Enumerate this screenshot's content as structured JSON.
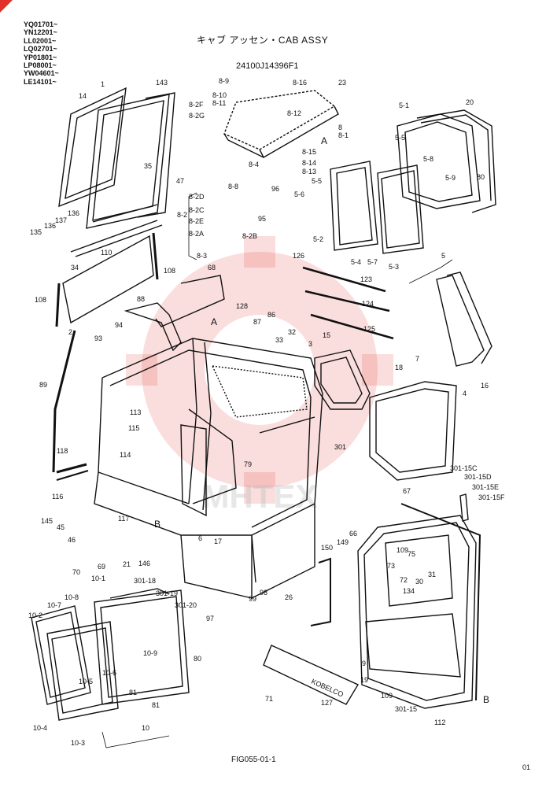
{
  "serials": [
    "YQ01701~",
    "YN12201~",
    "LL02001~",
    "LQ02701~",
    "YP01801~",
    "LP08001~",
    "YW04601~",
    "LE14101~"
  ],
  "title": "キャブ アッセン・CAB ASSY",
  "part_number": "24100J14396F1",
  "figure_id": "FIG055-01-1",
  "page_number": "01",
  "watermark_text": "MHTEX",
  "callouts": [
    {
      "id": "c-1",
      "text": "1"
    },
    {
      "id": "c-143",
      "text": "143"
    },
    {
      "id": "c-14",
      "text": "14"
    },
    {
      "id": "c-8-9",
      "text": "8-9"
    },
    {
      "id": "c-8-16",
      "text": "8-16"
    },
    {
      "id": "c-23",
      "text": "23"
    },
    {
      "id": "c-8-10",
      "text": "8-10"
    },
    {
      "id": "c-8-11",
      "text": "8-11"
    },
    {
      "id": "c-8-2F",
      "text": "8-2F"
    },
    {
      "id": "c-8-2G",
      "text": "8-2G"
    },
    {
      "id": "c-8-12",
      "text": "8-12"
    },
    {
      "id": "c-8",
      "text": "8"
    },
    {
      "id": "c-8-1",
      "text": "8-1"
    },
    {
      "id": "c-A1",
      "text": "A"
    },
    {
      "id": "c-5-1",
      "text": "5-1"
    },
    {
      "id": "c-20",
      "text": "20"
    },
    {
      "id": "c-5-5a",
      "text": "5-5"
    },
    {
      "id": "c-5-8",
      "text": "5-8"
    },
    {
      "id": "c-5-9",
      "text": "5-9"
    },
    {
      "id": "c-80a",
      "text": "80"
    },
    {
      "id": "c-8-15",
      "text": "8-15"
    },
    {
      "id": "c-8-14",
      "text": "8-14"
    },
    {
      "id": "c-8-4",
      "text": "8-4"
    },
    {
      "id": "c-8-13",
      "text": "8-13"
    },
    {
      "id": "c-35",
      "text": "35"
    },
    {
      "id": "c-47",
      "text": "47"
    },
    {
      "id": "c-8-8",
      "text": "8-8"
    },
    {
      "id": "c-96",
      "text": "96"
    },
    {
      "id": "c-5-5b",
      "text": "5-5"
    },
    {
      "id": "c-8-2D",
      "text": "8-2D"
    },
    {
      "id": "c-5-6",
      "text": "5-6"
    },
    {
      "id": "c-8-2C",
      "text": "8-2C"
    },
    {
      "id": "c-8-2",
      "text": "8-2"
    },
    {
      "id": "c-8-2E",
      "text": "8-2E"
    },
    {
      "id": "c-95",
      "text": "95"
    },
    {
      "id": "c-137",
      "text": "137"
    },
    {
      "id": "c-136a",
      "text": "136"
    },
    {
      "id": "c-136b",
      "text": "136"
    },
    {
      "id": "c-135",
      "text": "135"
    },
    {
      "id": "c-8-2A",
      "text": "8-2A"
    },
    {
      "id": "c-8-2B",
      "text": "8-2B"
    },
    {
      "id": "c-5-2",
      "text": "5-2"
    },
    {
      "id": "c-5",
      "text": "5"
    },
    {
      "id": "c-110",
      "text": "110"
    },
    {
      "id": "c-34",
      "text": "34"
    },
    {
      "id": "c-8-3",
      "text": "8-3"
    },
    {
      "id": "c-5-4",
      "text": "5-4"
    },
    {
      "id": "c-5-7",
      "text": "5-7"
    },
    {
      "id": "c-5-3",
      "text": "5-3"
    },
    {
      "id": "c-126",
      "text": "126"
    },
    {
      "id": "c-108a",
      "text": "108"
    },
    {
      "id": "c-68",
      "text": "68"
    },
    {
      "id": "c-123",
      "text": "123"
    },
    {
      "id": "c-108b",
      "text": "108"
    },
    {
      "id": "c-88",
      "text": "88"
    },
    {
      "id": "c-128",
      "text": "128"
    },
    {
      "id": "c-124",
      "text": "124"
    },
    {
      "id": "c-2",
      "text": "2"
    },
    {
      "id": "c-94",
      "text": "94"
    },
    {
      "id": "c-A2",
      "text": "A"
    },
    {
      "id": "c-87",
      "text": "87"
    },
    {
      "id": "c-86",
      "text": "86"
    },
    {
      "id": "c-125",
      "text": "125"
    },
    {
      "id": "c-32",
      "text": "32"
    },
    {
      "id": "c-93",
      "text": "93"
    },
    {
      "id": "c-33",
      "text": "33"
    },
    {
      "id": "c-3",
      "text": "3"
    },
    {
      "id": "c-15",
      "text": "15"
    },
    {
      "id": "c-4",
      "text": "4"
    },
    {
      "id": "c-16",
      "text": "16"
    },
    {
      "id": "c-18",
      "text": "18"
    },
    {
      "id": "c-7",
      "text": "7"
    },
    {
      "id": "c-89",
      "text": "89"
    },
    {
      "id": "c-113",
      "text": "113"
    },
    {
      "id": "c-115",
      "text": "115"
    },
    {
      "id": "c-114",
      "text": "114"
    },
    {
      "id": "c-79",
      "text": "79"
    },
    {
      "id": "c-301",
      "text": "301"
    },
    {
      "id": "c-118",
      "text": "118"
    },
    {
      "id": "c-116",
      "text": "116"
    },
    {
      "id": "c-117",
      "text": "117"
    },
    {
      "id": "c-301-15C",
      "text": "301-15C"
    },
    {
      "id": "c-301-15D",
      "text": "301-15D"
    },
    {
      "id": "c-301-15E",
      "text": "301-15E"
    },
    {
      "id": "c-301-15F",
      "text": "301-15F"
    },
    {
      "id": "c-67",
      "text": "67"
    },
    {
      "id": "c-145",
      "text": "145"
    },
    {
      "id": "c-45",
      "text": "45"
    },
    {
      "id": "c-46",
      "text": "46"
    },
    {
      "id": "c-B1",
      "text": "B"
    },
    {
      "id": "c-6",
      "text": "6"
    },
    {
      "id": "c-17",
      "text": "17"
    },
    {
      "id": "c-66",
      "text": "66"
    },
    {
      "id": "c-149",
      "text": "149"
    },
    {
      "id": "c-150",
      "text": "150"
    },
    {
      "id": "c-109a",
      "text": "109"
    },
    {
      "id": "c-75",
      "text": "75"
    },
    {
      "id": "c-70",
      "text": "70"
    },
    {
      "id": "c-69",
      "text": "69"
    },
    {
      "id": "c-146",
      "text": "146"
    },
    {
      "id": "c-21",
      "text": "21"
    },
    {
      "id": "c-73",
      "text": "73"
    },
    {
      "id": "c-72",
      "text": "72"
    },
    {
      "id": "c-31",
      "text": "31"
    },
    {
      "id": "c-301-18",
      "text": "301-18"
    },
    {
      "id": "c-10-1",
      "text": "10-1"
    },
    {
      "id": "c-30",
      "text": "30"
    },
    {
      "id": "c-98",
      "text": "98"
    },
    {
      "id": "c-301-19",
      "text": "301-19"
    },
    {
      "id": "c-134",
      "text": "134"
    },
    {
      "id": "c-10-8",
      "text": "10-8"
    },
    {
      "id": "c-99",
      "text": "99"
    },
    {
      "id": "c-26",
      "text": "26"
    },
    {
      "id": "c-301-20",
      "text": "301-20"
    },
    {
      "id": "c-10-7",
      "text": "10-7"
    },
    {
      "id": "c-97",
      "text": "97"
    },
    {
      "id": "c-10-2",
      "text": "10-2"
    },
    {
      "id": "c-80b",
      "text": "80"
    },
    {
      "id": "c-10-9",
      "text": "10-9"
    },
    {
      "id": "c-9",
      "text": "9"
    },
    {
      "id": "c-10-6",
      "text": "10-6"
    },
    {
      "id": "c-10-5",
      "text": "10-5"
    },
    {
      "id": "c-19",
      "text": "19"
    },
    {
      "id": "c-71",
      "text": "71"
    },
    {
      "id": "c-81a",
      "text": "81"
    },
    {
      "id": "c-109b",
      "text": "109"
    },
    {
      "id": "c-B2",
      "text": "B"
    },
    {
      "id": "c-81b",
      "text": "81"
    },
    {
      "id": "c-127",
      "text": "127"
    },
    {
      "id": "c-301-15",
      "text": "301-15"
    },
    {
      "id": "c-112",
      "text": "112"
    },
    {
      "id": "c-10-4",
      "text": "10-4"
    },
    {
      "id": "c-10",
      "text": "10"
    },
    {
      "id": "c-10-3",
      "text": "10-3"
    }
  ],
  "plate_text": "KOBELCO"
}
